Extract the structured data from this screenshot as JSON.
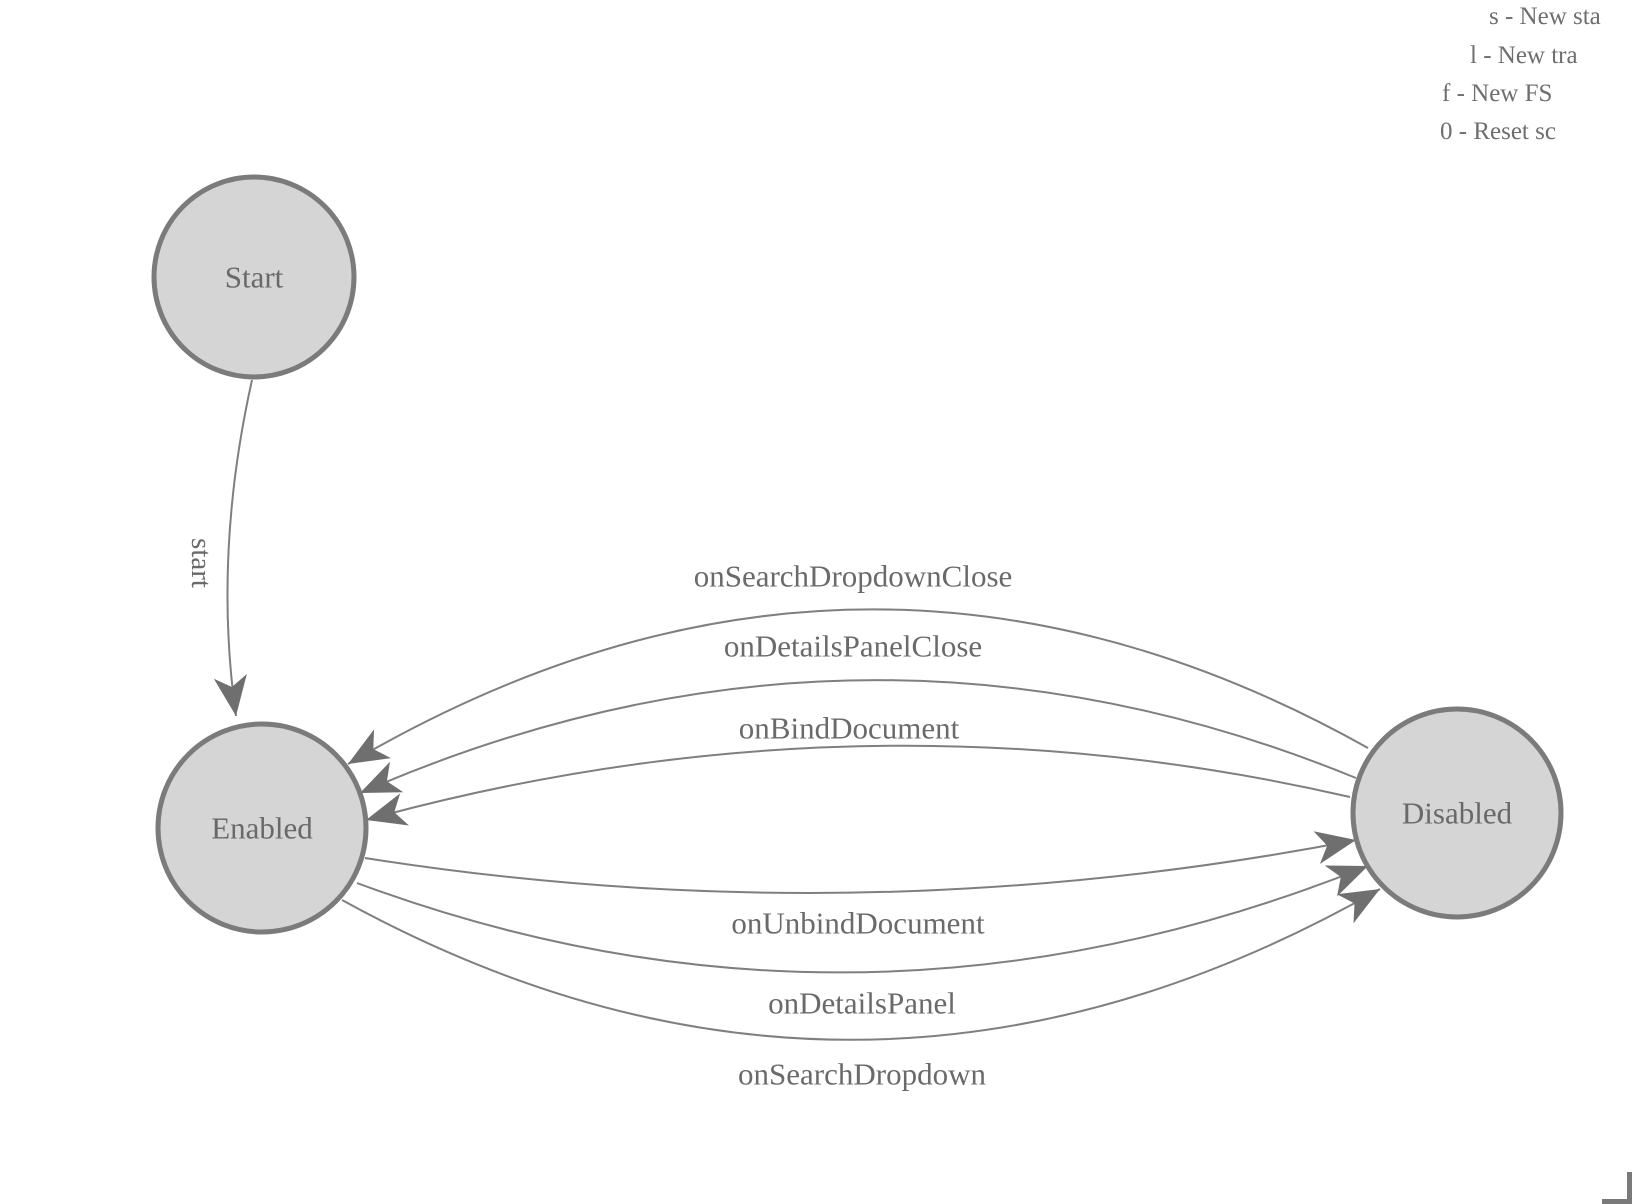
{
  "diagram": {
    "states": [
      {
        "id": "start",
        "label": "Start"
      },
      {
        "id": "enabled",
        "label": "Enabled"
      },
      {
        "id": "disabled",
        "label": "Disabled"
      }
    ],
    "transitions": [
      {
        "from": "start",
        "to": "enabled",
        "label": "start"
      },
      {
        "from": "disabled",
        "to": "enabled",
        "label": "onSearchDropdownClose"
      },
      {
        "from": "disabled",
        "to": "enabled",
        "label": "onDetailsPanelClose"
      },
      {
        "from": "disabled",
        "to": "enabled",
        "label": "onBindDocument"
      },
      {
        "from": "enabled",
        "to": "disabled",
        "label": "onUnbindDocument"
      },
      {
        "from": "enabled",
        "to": "disabled",
        "label": "onDetailsPanel"
      },
      {
        "from": "enabled",
        "to": "disabled",
        "label": "onSearchDropdown"
      }
    ],
    "colors": {
      "state_fill": "#d5d5d5",
      "state_stroke": "#7b7b7b",
      "edge_stroke": "#7f7f7f",
      "arrowhead": "#6f6f6f",
      "label_text": "#6a6a6a",
      "hint_text": "#6e6e6e"
    }
  },
  "hotkeys": {
    "lines": [
      {
        "text": "s - New sta"
      },
      {
        "text": "l - New tra"
      },
      {
        "text": "f - New FS"
      },
      {
        "text": "0 - Reset sc"
      }
    ]
  }
}
